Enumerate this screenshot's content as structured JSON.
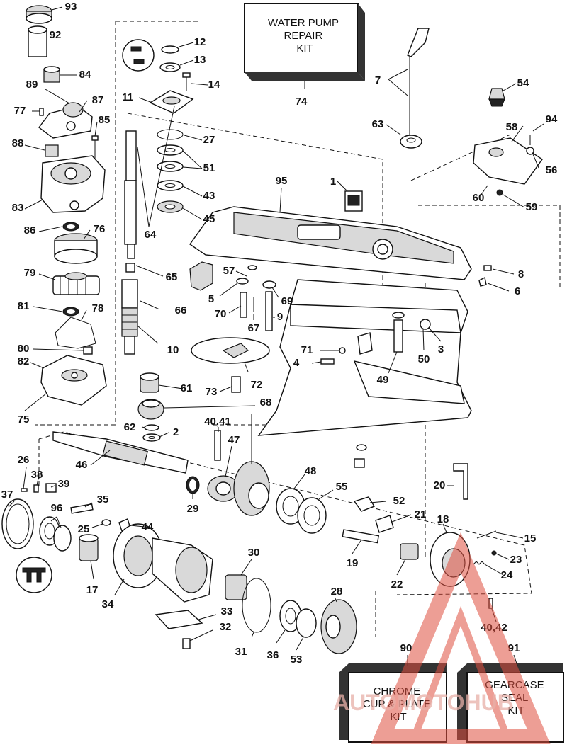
{
  "diagram": {
    "kits": [
      {
        "id": "kit-74",
        "label": "WATER PUMP\nREPAIR\nKIT",
        "number": "74"
      },
      {
        "id": "kit-90",
        "label": "CHROME\nCUP & PLATE\nKIT",
        "number": "90"
      },
      {
        "id": "kit-91",
        "label": "GEARCASE\nSEAL\nKIT",
        "number": "91"
      }
    ],
    "callouts": [
      "93",
      "92",
      "84",
      "89",
      "87",
      "77",
      "85",
      "88",
      "83",
      "86",
      "76",
      "79",
      "81",
      "78",
      "80",
      "82",
      "75",
      "12",
      "13",
      "14",
      "11",
      "27",
      "51",
      "43",
      "45",
      "64",
      "65",
      "66",
      "10",
      "61",
      "2",
      "62",
      "95",
      "1",
      "7",
      "63",
      "54",
      "94",
      "58",
      "56",
      "60",
      "59",
      "57",
      "8",
      "6",
      "5",
      "69",
      "70",
      "67",
      "9",
      "71",
      "4",
      "3",
      "50",
      "49",
      "72",
      "73",
      "68",
      "40,41",
      "47",
      "46",
      "26",
      "38",
      "39",
      "37",
      "96",
      "35",
      "25",
      "44",
      "29",
      "48",
      "55",
      "52",
      "21",
      "20",
      "18",
      "15",
      "23",
      "24",
      "19",
      "22",
      "17",
      "34",
      "30",
      "33",
      "32",
      "31",
      "36",
      "53",
      "28",
      "40,42",
      "16"
    ],
    "watermark": {
      "text": "AUTOMOTOHUB",
      "color": "#e05040"
    }
  }
}
